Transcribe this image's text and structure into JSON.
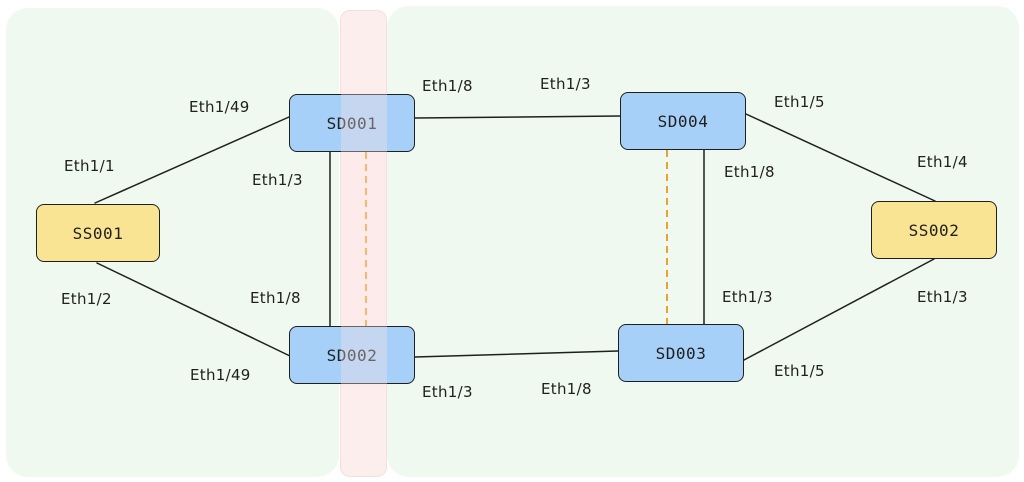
{
  "nodes": {
    "sd001": {
      "label": "SD001",
      "color": "#a6d0f7"
    },
    "sd002": {
      "label": "SD002",
      "color": "#a6d0f7"
    },
    "sd003": {
      "label": "SD003",
      "color": "#a6d0f7"
    },
    "sd004": {
      "label": "SD004",
      "color": "#a6d0f7"
    },
    "ss001": {
      "label": "SS001",
      "color": "#f9e493"
    },
    "ss002": {
      "label": "SS002",
      "color": "#f9e493"
    }
  },
  "links": [
    {
      "from": "SS001",
      "to": "SD001",
      "from_port": "Eth1/1",
      "to_port": "Eth1/49"
    },
    {
      "from": "SS001",
      "to": "SD002",
      "from_port": "Eth1/2",
      "to_port": "Eth1/49"
    },
    {
      "from": "SD001",
      "to": "SD002",
      "from_port": "Eth1/3",
      "to_port": "Eth1/8"
    },
    {
      "from": "SD001",
      "to": "SD004",
      "from_port": "Eth1/8",
      "to_port": "Eth1/3"
    },
    {
      "from": "SD002",
      "to": "SD003",
      "from_port": "Eth1/3",
      "to_port": "Eth1/8"
    },
    {
      "from": "SD004",
      "to": "SD003",
      "from_port": "Eth1/8",
      "to_port": "Eth1/3"
    },
    {
      "from": "SD004",
      "to": "SS002",
      "from_port": "Eth1/5",
      "to_port": "Eth1/4"
    },
    {
      "from": "SD003",
      "to": "SS002",
      "from_port": "Eth1/5",
      "to_port": "Eth1/3"
    }
  ],
  "peer_links": [
    {
      "between": [
        "SD001",
        "SD002"
      ],
      "style": "dashed",
      "color": "#f0a030"
    },
    {
      "between": [
        "SD004",
        "SD003"
      ],
      "style": "dashed",
      "color": "#f0a030"
    }
  ],
  "zone_colors": {
    "site": "#eff9ef",
    "boundary": "#fdeeee"
  }
}
